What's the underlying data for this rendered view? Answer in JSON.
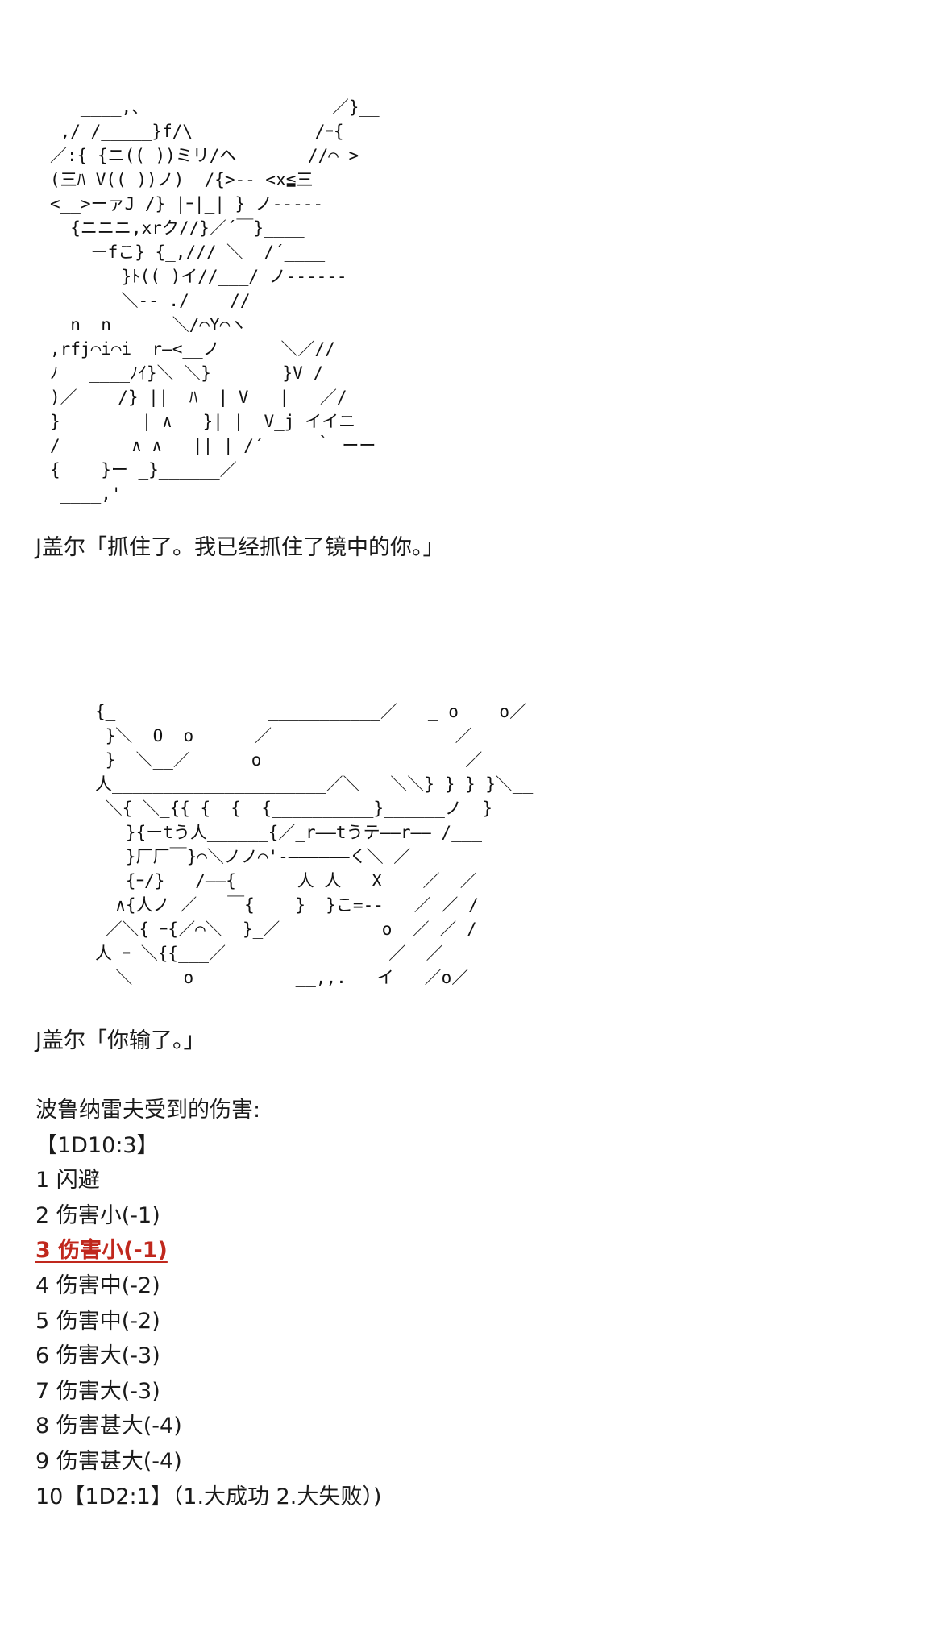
{
  "ascii_art_1": "   ____,、                  ／}__\n ,/ /_____}f/\\            /ｰ{\n／:{ {ニ(( ))ミリ/ヘ       //⌒ >\n(三ﾊ V(( ))ノ)  /{>-- <x≦三\n<__>ーァJ /} |ｰ|_| } ノ-----\n  {ニニニ,xrク//}／´￣}____\n    ーfこ} {_,/// ＼  /´____\n       }ﾄ(( )イ//___/ ノ------\n       ＼-- ./    //\n  n  n      ＼/⌒Y⌒ヽ\n,rfj⌒i⌒i  r―<__ノ      ＼／//\nﾉ   ____ﾉｲ}＼ ＼}       }V /\n)／    /} ||  ﾊ  | V   |   ／/\n}        | ∧   }| |  V_j イイニ\n/       ∧ ∧   || | /´     ｀ ーー\n{    }ー _}______／\n ____,'",
  "dialog_1": "J盖尔「抓住了。我已经抓住了镜中的你。」",
  "ascii_art_2": "{_               ___________／   _ o    o／\n }＼  O  o _____／__________________／___\n }  ＼__／      o                    ／\n人_____________________／＼   ＼＼} } } }＼__\n ＼{ ＼_{{ {  {  {__________}______ノ  }\n   }{ーtう人______{／_r――tうテ――r―― /___\n   }厂厂￣}⌒＼ノノ⌒'-――――――く＼_／_____\n   {ｰ/}   /――{    __人_人   X    ／  ／\n  ∧{人ノ ／   ￣{    }  }こ=--   ／ ／ /\n ／＼{ ｰ{／⌒＼  }_／          o  ／ ／ /\n人 ｰ ＼{{___／                ／  ／\n  ＼     o          __,,.   イ   ／o／",
  "dialog_2": "J盖尔「你输了。」",
  "damage": {
    "title": "波鲁纳雷夫受到的伤害:",
    "roll": "【1D10:3】",
    "options": [
      "1 闪避",
      "2 伤害小(-1)",
      "3 伤害小(-1)",
      "4 伤害中(-2)",
      "5 伤害中(-2)",
      "6 伤害大(-3)",
      "7 伤害大(-3)",
      "8 伤害甚大(-4)",
      "9 伤害甚大(-4)",
      "10【1D2:1】（1.大成功 2.大失败）)"
    ],
    "highlight_color": "#c0281d"
  }
}
